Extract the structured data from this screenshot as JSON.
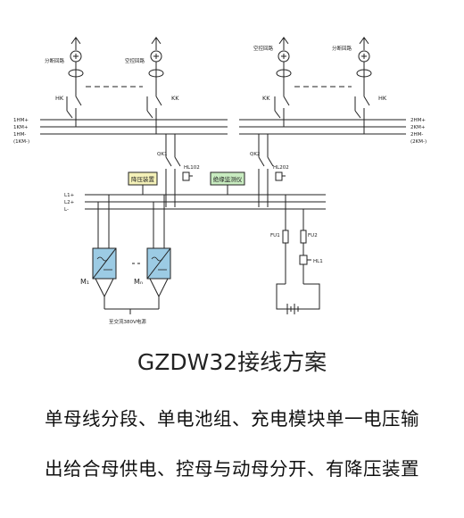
{
  "diagram": {
    "breaker_labels": {
      "branch_left": "分断回路",
      "control_left": "空控回路",
      "control_right": "空控回路",
      "branch_right": "分断回路"
    },
    "switch_labels": {
      "hk_left": "HK",
      "kk_left": "KK",
      "kk_right": "KK",
      "hk_right": "HK"
    },
    "bus_labels_left": [
      "1HM+",
      "1KM+",
      "1HM-",
      "(1KM-)"
    ],
    "bus_labels_right": [
      "2HM+",
      "2KM+",
      "2HM-",
      "(2KM-)"
    ],
    "dc_bus_labels": [
      "L1+",
      "L2+",
      "L-"
    ],
    "devices": {
      "step_down": "降压装置",
      "insulation_monitor": "绝缘监测仪",
      "qk1": "QK1",
      "qk2": "QK2",
      "hl102": "HL102",
      "hl202": "HL202",
      "fu1": "FU1",
      "fu2": "FU2",
      "hl1": "HL1",
      "m1": "M₁",
      "mn": "Mₙ",
      "ac_input": "至交流380V电源"
    }
  },
  "title": "GZDW32接线方案",
  "caption_line1": "单母线分段、单电池组、充电模块单一电压输",
  "caption_line2": "出给合母供电、控母与动母分开、有降压装置"
}
